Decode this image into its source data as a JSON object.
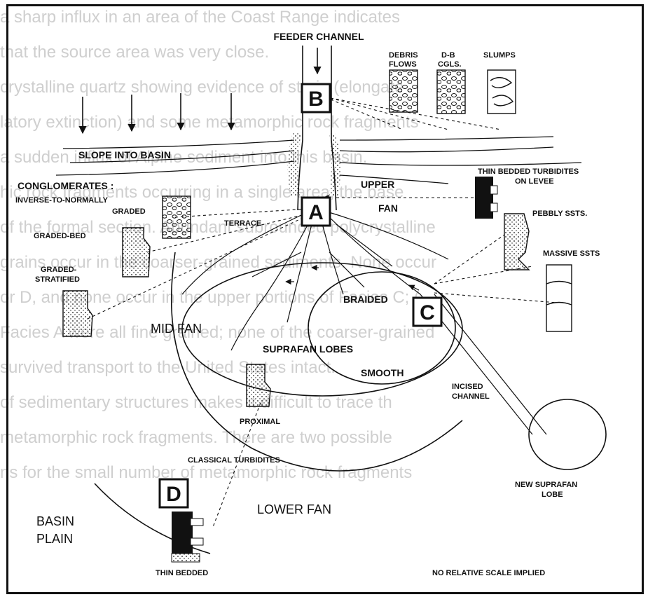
{
  "background_text": [
    "a sharp influx in an area of the Coast Range indicates",
    "that the source area was very close.",
    "crystalline quartz showing evidence of strain (elongate",
    "latory extinction) and some metamorphic rock fragments",
    "a sudden influx of Alpine sediment into this basin.",
    "hic rock fragments occurring in a single area, the base",
    "of the formal section. Abundant subrounded polycrystalline",
    "grains occur in the coarser-grained sediments. None occur",
    "or D, and none occur in the upper portions of Facies C; (",
    "Facies A were all fine grained; none of the coarser-grained",
    "survived transport to the United States intact.",
    "of sedimentary structures makes it difficult to trace th",
    "metamorphic rock fragments. There are two possible",
    "ns for the small number of metamorphic rock fragments"
  ],
  "labels": {
    "feeder_channel": "FEEDER CHANNEL",
    "slope_into_basin": "SLOPE INTO BASIN",
    "upper": "UPPER",
    "fan": "FAN",
    "terrace": "TERRACE",
    "braided": "BRAIDED",
    "mid_fan": "MID FAN",
    "suprafan_lobes": "SUPRAFAN LOBES",
    "smooth": "SMOOTH",
    "incised_1": "INCISED",
    "incised_2": "CHANNEL",
    "new_suprafan_1": "NEW SUPRAFAN",
    "new_suprafan_2": "LOBE",
    "lower_fan": "LOWER FAN",
    "basin_1": "BASIN",
    "basin_2": "PLAIN",
    "classical_turbidites": "CLASSICAL TURBIDITES",
    "proximal": "PROXIMAL",
    "thin_bedded": "THIN BEDDED",
    "no_scale": "NO RELATIVE SCALE IMPLIED"
  },
  "facies": {
    "a": "A",
    "b": "B",
    "c": "C",
    "d": "D"
  },
  "facies_b_types": {
    "debris_1": "DEBRIS",
    "debris_2": "FLOWS",
    "db_1": "D-B",
    "db_2": "CGLS.",
    "slumps": "SLUMPS"
  },
  "facies_a_types": {
    "conglomerates": "CONGLOMERATES :",
    "inverse_1": "INVERSE-TO-NORMALLY",
    "inverse_2": "GRADED",
    "graded_bed": "GRADED-BED",
    "graded_strat_1": "GRADED-",
    "graded_strat_2": "STRATIFIED"
  },
  "facies_c_types": {
    "thin_levee_1": "THIN BEDDED TURBIDITES",
    "thin_levee_2": "ON LEVEE",
    "pebbly": "PEBBLY SSTS.",
    "massive": "MASSIVE SSTS"
  },
  "colors": {
    "ink": "#111111",
    "ghost_text": "#cfcfcf",
    "paper": "#ffffff"
  }
}
